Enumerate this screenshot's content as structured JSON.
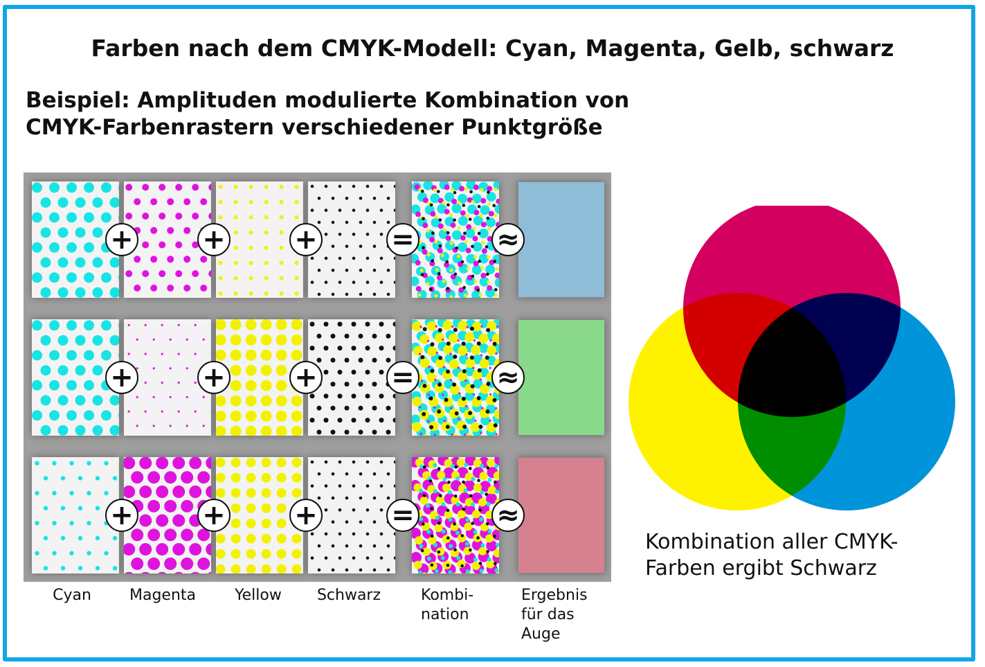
{
  "title": "Farben nach dem CMYK-Modell: Cyan, Magenta, Gelb, schwarz",
  "subtitle_lines": [
    "Beispiel: Amplituden modulierte Kombination von",
    "CMYK-Farbenrastern verschiedener Punktgröße"
  ],
  "colors": {
    "frame": "#12a6e6",
    "cyan": "#19e3e3",
    "magenta": "#de14de",
    "yellow": "#f2f200",
    "black": "#111111",
    "venn_magenta": "#d3005f",
    "venn_cyan": "#0095da",
    "venn_yellow": "#fff200"
  },
  "operators": [
    "+",
    "+",
    "+",
    "=",
    "≈"
  ],
  "rows": [
    {
      "result_color": "#8fbcd6"
    },
    {
      "result_color": "#8ad98a"
    },
    {
      "result_color": "#d6818f"
    }
  ],
  "column_labels": [
    [
      "Cyan"
    ],
    [
      "Magenta"
    ],
    [
      "Yellow"
    ],
    [
      "Schwarz"
    ],
    [
      "Kombi-",
      "nation"
    ],
    [
      "Ergebnis",
      "für das",
      "Auge"
    ]
  ],
  "caption_lines": [
    "Kombination aller CMYK-",
    "Farben ergibt Schwarz"
  ]
}
